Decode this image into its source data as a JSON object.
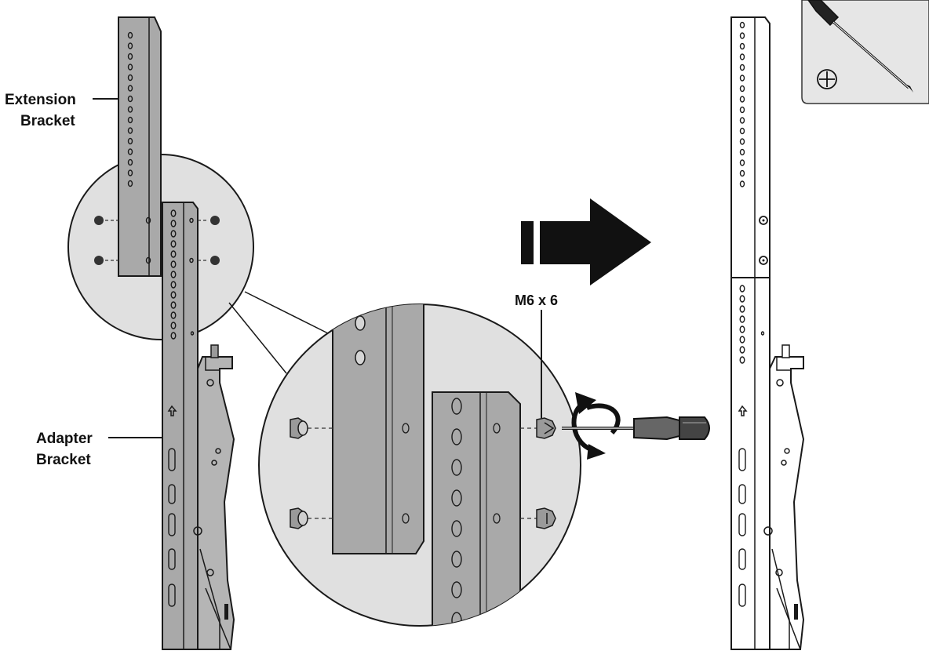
{
  "labels": {
    "extension_line1": "Extension",
    "extension_line2": "Bracket",
    "adapter_line1": "Adapter",
    "adapter_line2": "Bracket",
    "screw": "M6 x 6"
  },
  "icons": {
    "tool": "phillips-screwdriver-icon",
    "direction": "right-arrow-icon",
    "rotation": "rotate-arrow-icon"
  },
  "colors": {
    "bracket_fill": "#a9a9a9",
    "bracket_dark": "#7e7e7e",
    "zoom_fill": "#e0e0e0",
    "line": "#1a1a1a",
    "tool_box": "#e6e6e6"
  }
}
